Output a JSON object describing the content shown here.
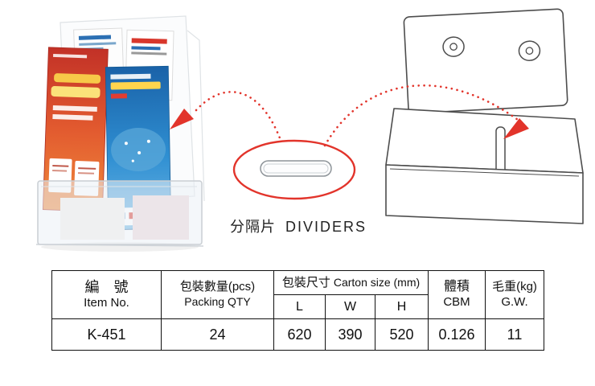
{
  "caption": {
    "zh": "分隔片",
    "en": "DIVIDERS"
  },
  "table": {
    "headers": {
      "item_no_zh": "編　號",
      "item_no_en": "Item No.",
      "packing_zh": "包裝數量(pcs)",
      "packing_en": "Packing QTY",
      "carton_zh": "包裝尺寸",
      "carton_en": "Carton size (mm)",
      "l": "L",
      "w": "W",
      "h": "H",
      "volume_zh": "體積",
      "volume_en": "CBM",
      "weight_zh": "毛重(kg)",
      "weight_en": "G.W."
    },
    "row": {
      "item_no": "K-451",
      "packing_qty": "24",
      "l": "620",
      "w": "390",
      "h": "520",
      "cbm": "0.126",
      "gw": "11"
    }
  },
  "colors": {
    "accent_red": "#e2342b",
    "line_gray": "#4d4d4d",
    "table_border": "#111111"
  }
}
